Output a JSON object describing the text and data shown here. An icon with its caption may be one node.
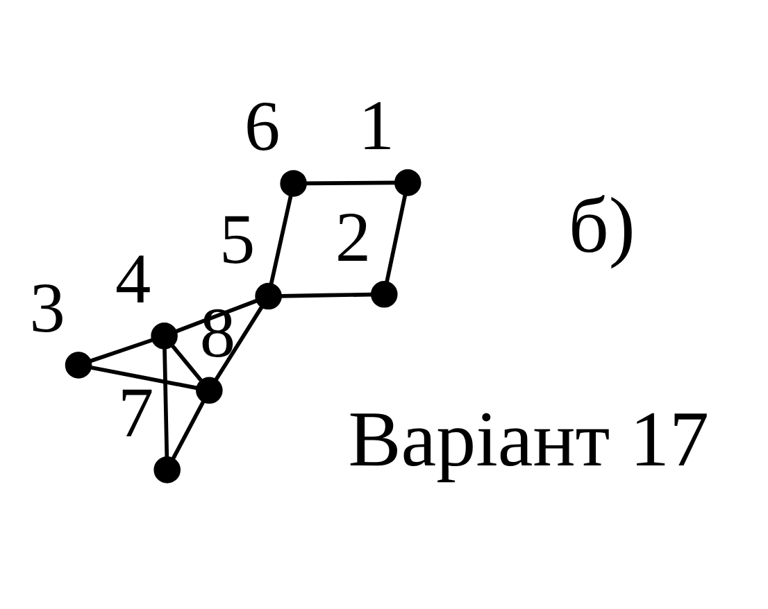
{
  "diagram": {
    "nodes": [
      {
        "text": [],
        "shape": "circle",
        "beside": [
          "3"
        ]
      },
      {
        "text": [],
        "shape": "circle",
        "beside": [
          "4"
        ]
      },
      {
        "text": [],
        "shape": "circle",
        "beside": [
          "2"
        ]
      },
      {
        "text": [],
        "shape": "circle",
        "beside": [
          "5"
        ]
      },
      {
        "text": [],
        "shape": "circle",
        "beside": [
          "1"
        ]
      },
      {
        "text": [],
        "shape": "circle",
        "beside": [
          "6"
        ]
      },
      {
        "text": [],
        "shape": "circle",
        "beside": [
          "8"
        ]
      },
      {
        "text": [],
        "shape": "circle",
        "beside": [
          "7"
        ]
      }
    ],
    "edges": [
      {
        "from": 0,
        "to": 1,
        "arrow": "none"
      },
      {
        "from": 0,
        "to": 6,
        "arrow": "none"
      },
      {
        "from": 1,
        "to": 7,
        "arrow": "none"
      },
      {
        "from": 1,
        "to": 3,
        "arrow": "none"
      },
      {
        "from": 1,
        "to": 6,
        "arrow": "none"
      },
      {
        "from": 3,
        "to": 6,
        "arrow": "none"
      },
      {
        "from": 2,
        "to": 3,
        "arrow": "none"
      },
      {
        "from": 2,
        "to": 4,
        "arrow": "none"
      },
      {
        "from": 4,
        "to": 5,
        "arrow": "none"
      },
      {
        "from": 3,
        "to": 5,
        "arrow": "none"
      },
      {
        "from": 6,
        "to": 7,
        "arrow": "none"
      }
    ],
    "labels": [
      "б)",
      "Варіант 17"
    ]
  }
}
